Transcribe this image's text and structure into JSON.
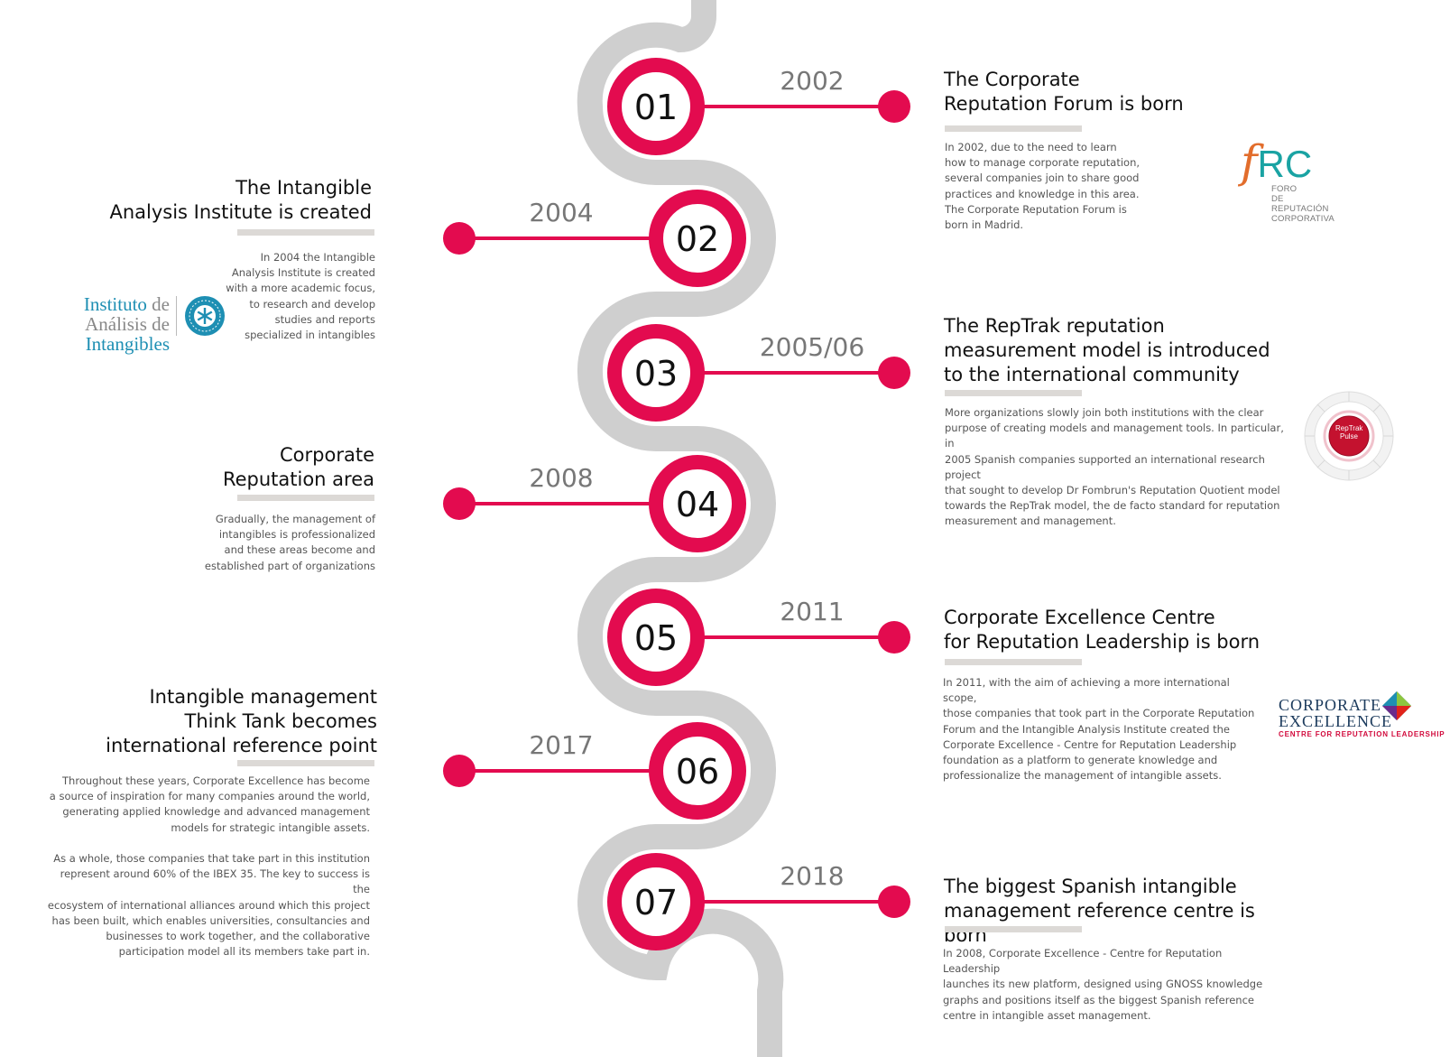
{
  "colors": {
    "accent": "#e30b4f",
    "track": "#cfcfcf",
    "underline": "#dcd9d6",
    "year_text": "#777777"
  },
  "milestones": [
    {
      "number": "01",
      "year": "2002",
      "side": "right",
      "title_lines": [
        "The Corporate",
        "Reputation Forum is born"
      ],
      "description": [
        "In 2002, due to the need to learn",
        "how to manage corporate reputation,",
        "several companies join to share good",
        "practices and knowledge in this area.",
        "The Corporate Reputation Forum is",
        "born in Madrid."
      ],
      "logo": "frc-logo"
    },
    {
      "number": "02",
      "year": "2004",
      "side": "left",
      "title_lines": [
        "The Intangible",
        "Analysis Institute is created"
      ],
      "description": [
        "In 2004 the Intangible",
        "Analysis Institute is created",
        "with a more academic focus,",
        "to research and develop",
        "studies and reports",
        "specialized in intangibles"
      ],
      "logo": "iai-logo"
    },
    {
      "number": "03",
      "year": "2005/06",
      "side": "right",
      "title_lines": [
        "The RepTrak reputation",
        "measurement model is introduced",
        "to the international community"
      ],
      "description": [
        "More organizations slowly join both institutions with the clear",
        "purpose of creating models and management tools. In particular, in",
        "2005 Spanish companies supported an international research project",
        "that sought to develop Dr Fombrun's Reputation Quotient model",
        "towards the RepTrak model, the de facto standard for reputation",
        "measurement and management."
      ],
      "logo": "reptrak-logo"
    },
    {
      "number": "04",
      "year": "2008",
      "side": "left",
      "title_lines": [
        "Corporate",
        "Reputation area"
      ],
      "description": [
        "Gradually, the management of",
        "intangibles is professionalized",
        "and these areas become and",
        "established part of organizations"
      ],
      "logo": ""
    },
    {
      "number": "05",
      "year": "2011",
      "side": "right",
      "title_lines": [
        "Corporate Excellence Centre",
        "for Reputation Leadership is born"
      ],
      "description": [
        "In 2011, with the aim of achieving a more international scope,",
        "those companies that took part in the Corporate Reputation",
        "Forum and the Intangible Analysis Institute created the",
        "Corporate Excellence - Centre for Reputation Leadership",
        "foundation as a platform to generate knowledge and",
        "professionalize the management of intangible assets."
      ],
      "logo": "ce-logo"
    },
    {
      "number": "06",
      "year": "2017",
      "side": "left",
      "title_lines": [
        "Intangible management",
        "Think Tank becomes",
        "international reference point"
      ],
      "description": [
        "Throughout these years, Corporate Excellence has become",
        "a source of inspiration for many companies around the world,",
        "generating applied knowledge and advanced management",
        "models for strategic intangible assets.",
        "",
        "As a whole, those companies that take part in this institution",
        "represent around 60% of the IBEX 35. The key to success is the",
        "ecosystem of international alliances around which this project",
        "has been built, which enables universities, consultancies and",
        "businesses to work together, and the collaborative",
        "participation model all its members take part in."
      ],
      "logo": ""
    },
    {
      "number": "07",
      "year": "2018",
      "side": "right",
      "title_lines": [
        "The biggest Spanish intangible",
        "management reference centre is born"
      ],
      "description": [
        "In 2008, Corporate Excellence - Centre for Reputation Leadership",
        "launches its new platform, designed using GNOSS knowledge",
        "graphs and positions itself as the biggest Spanish reference",
        "centre in intangible asset management."
      ],
      "logo": ""
    }
  ],
  "logos": {
    "frc": {
      "letter_f": "f",
      "letters_rc": "RC",
      "line1": "FORO",
      "line2": "DE REPUTACIÓN",
      "line3": "CORPORATIVA"
    },
    "iai": {
      "line1_a": "Instituto",
      "line1_b": "de",
      "line2_a": "Análisis de",
      "line2_b": "Intangibles"
    },
    "reptrak": {
      "center_1": "Rep",
      "center_2": "Trak",
      "center_3": "Pulse"
    },
    "ce": {
      "line1": "CORPORATE",
      "line2": "EXCELLENCE",
      "line3": "CENTRE FOR REPUTATION LEADERSHIP"
    }
  }
}
